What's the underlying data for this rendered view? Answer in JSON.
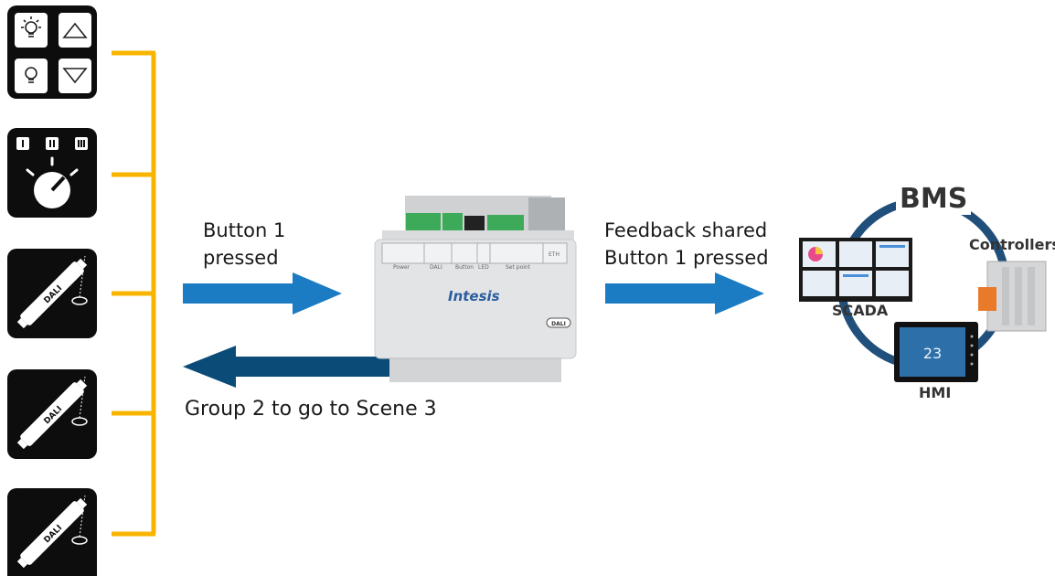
{
  "labels": {
    "button_pressed": [
      "Button 1",
      "pressed"
    ],
    "feedback": [
      "Feedback shared",
      "Button 1 pressed"
    ],
    "group_scene": "Group 2 to go to Scene 3"
  },
  "gateway": {
    "brand": "Intesis",
    "dali_badge": "DALI",
    "module_labels": [
      "Power",
      "DALI",
      "Button",
      "LED",
      "Set point",
      "ETH"
    ]
  },
  "bms": {
    "title": "BMS",
    "scada": "SCADA",
    "controllers": "Controllers",
    "hmi": "HMI",
    "hmi_screen": "23"
  },
  "devices": [
    {
      "type": "switch-panel"
    },
    {
      "type": "rotary-selector",
      "positions": [
        "I",
        "II",
        "III"
      ]
    },
    {
      "type": "dali-tube",
      "text": "DALI"
    },
    {
      "type": "dali-tube",
      "text": "DALI"
    },
    {
      "type": "dali-tube",
      "text": "DALI"
    }
  ],
  "colors": {
    "bus": "#F7B500",
    "arrow_in": "#1B7CC4",
    "arrow_out": "#0A4B78",
    "bms_ring": "#1F4F7A"
  }
}
